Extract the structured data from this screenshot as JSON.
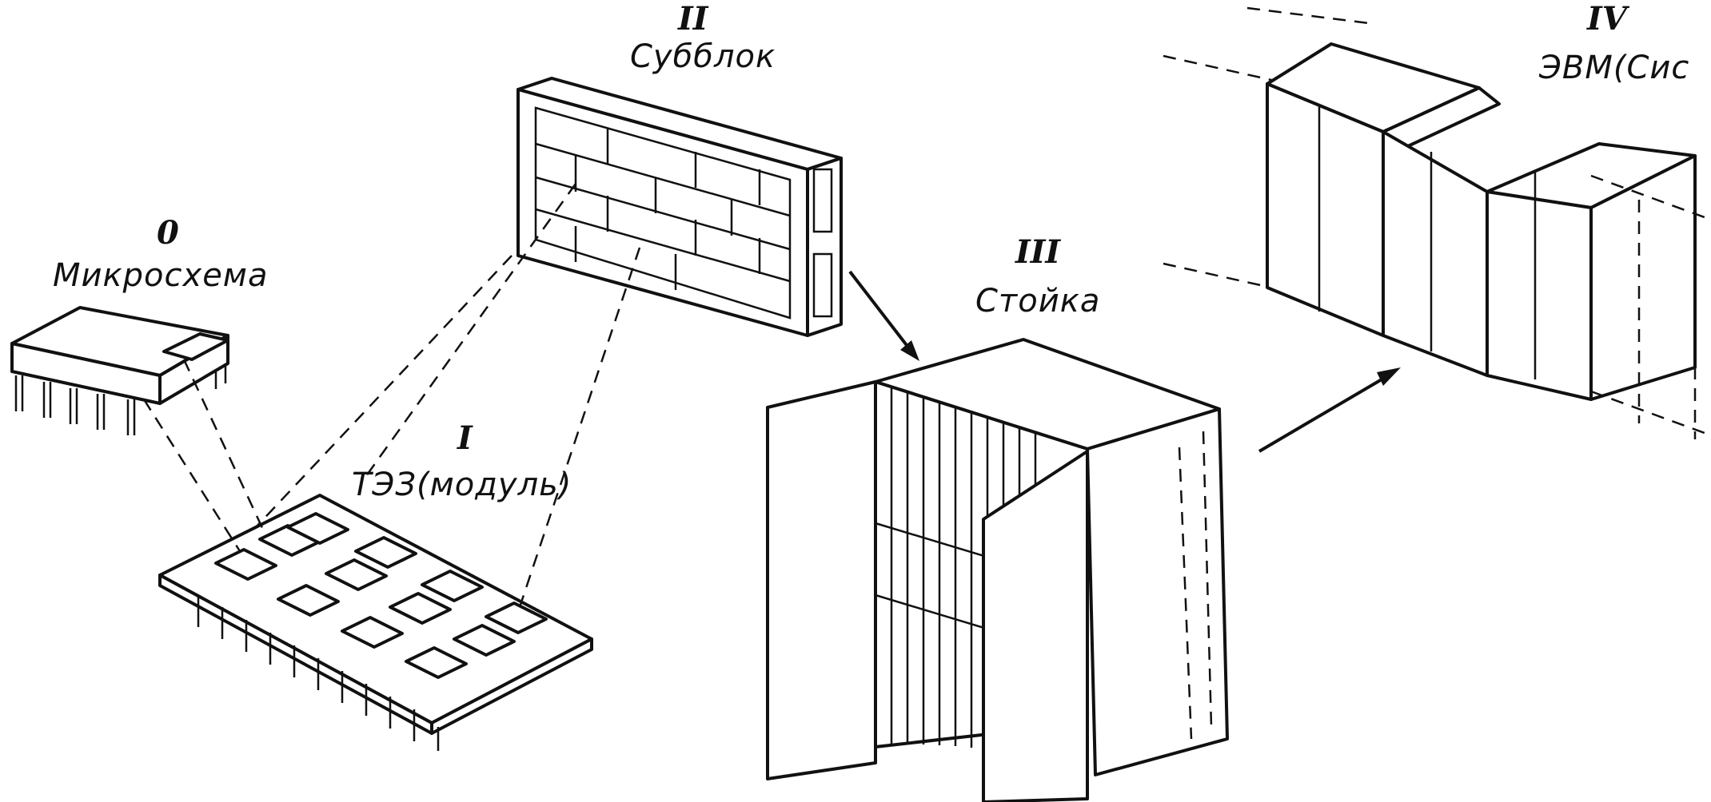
{
  "labels": {
    "level0_num": "0",
    "level0_name": "Микросхема",
    "level1_num": "I",
    "level1_name": "ТЭЗ(модуль)",
    "level2_num": "II",
    "level2_name": "Субблок",
    "level3_num": "III",
    "level3_name": "Стойка",
    "level4_num": "IV",
    "level4_name": "ЭВМ(Сис"
  },
  "icons": {
    "microchip": "microchip-icon",
    "module": "circuit-board-icon",
    "subblock": "subblock-frame-icon",
    "rack": "rack-cabinet-icon",
    "computer": "computer-cabinets-icon"
  }
}
